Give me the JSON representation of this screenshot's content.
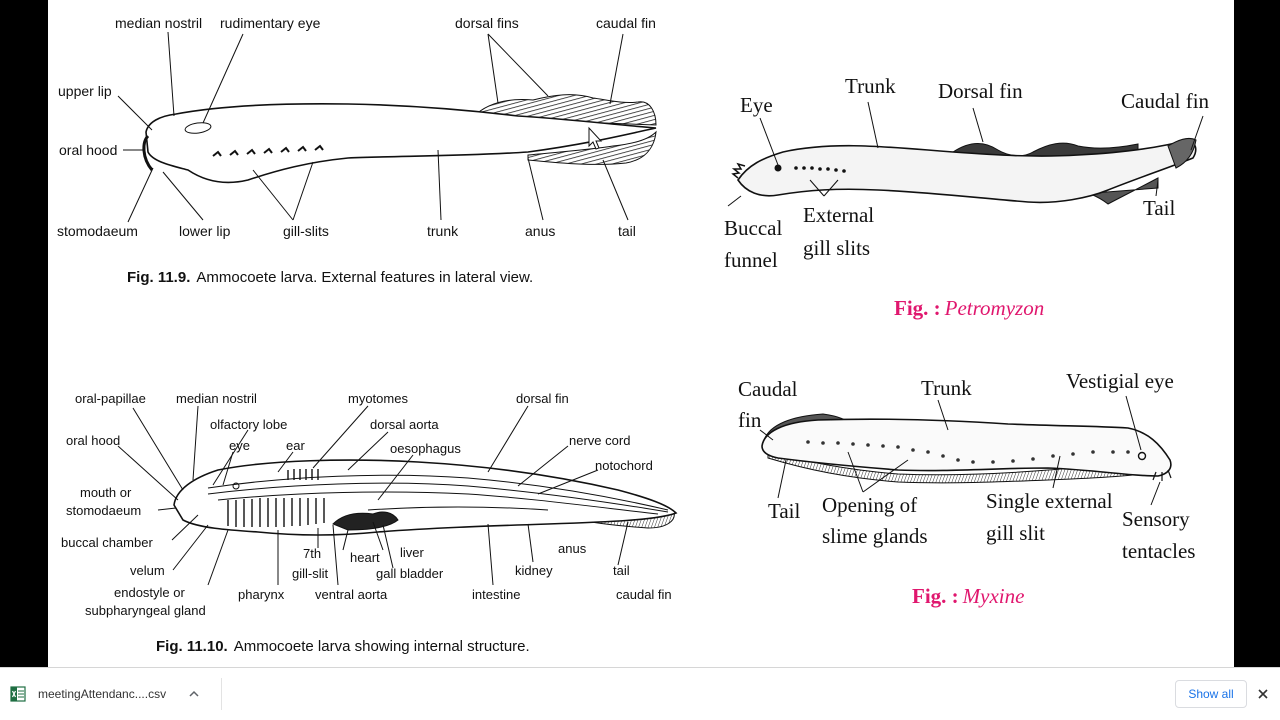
{
  "fig1": {
    "labels": {
      "median_nostril": "median nostril",
      "rudimentary_eye": "rudimentary eye",
      "dorsal_fins": "dorsal fins",
      "caudal_fin": "caudal fin",
      "upper_lip": "upper lip",
      "oral_hood": "oral hood",
      "stomodaeum": "stomodaeum",
      "lower_lip": "lower lip",
      "gill_slits": "gill-slits",
      "trunk": "trunk",
      "anus": "anus",
      "tail": "tail"
    },
    "caption_num": "Fig. 11.9.",
    "caption_text": "Ammocoete larva. External features in lateral view."
  },
  "fig2": {
    "labels": {
      "eye": "Eye",
      "trunk": "Trunk",
      "dorsal_fin": "Dorsal fin",
      "caudal_fin": "Caudal fin",
      "buccal": "Buccal",
      "funnel": "funnel",
      "external": "External",
      "gill_slits": "gill slits",
      "tail": "Tail"
    },
    "caption_prefix": "Fig. :",
    "caption_name": "Petromyzon"
  },
  "fig3": {
    "labels": {
      "oral_papillae": "oral-papillae",
      "median_nostril": "median nostril",
      "myotomes": "myotomes",
      "dorsal_fin": "dorsal fin",
      "olfactory_lobe": "olfactory lobe",
      "dorsal_aorta": "dorsal aorta",
      "oral_hood": "oral hood",
      "eye": "eye",
      "ear": "ear",
      "oesophagus": "oesophagus",
      "nerve_cord": "nerve cord",
      "notochord": "notochord",
      "mouth_or": "mouth or",
      "stomodaeum": "stomodaeum",
      "buccal_chamber": "buccal chamber",
      "velum": "velum",
      "endostyle_or": "endostyle or",
      "subpharyngeal_gland": "subpharyngeal gland",
      "pharynx": "pharynx",
      "seventh": "7th",
      "gill_slit": "gill-slit",
      "heart": "heart",
      "liver": "liver",
      "gall_bladder": "gall bladder",
      "ventral_aorta": "ventral aorta",
      "intestine": "intestine",
      "kidney": "kidney",
      "anus": "anus",
      "tail": "tail",
      "caudal_fin": "caudal fin"
    },
    "caption_num": "Fig. 11.10.",
    "caption_text": "Ammocoete larva showing internal structure."
  },
  "fig4": {
    "labels": {
      "caudal": "Caudal",
      "fin": "fin",
      "trunk": "Trunk",
      "vestigial_eye": "Vestigial eye",
      "tail": "Tail",
      "opening_of": "Opening of",
      "slime_glands": "slime glands",
      "single_external": "Single external",
      "gill_slit": "gill slit",
      "sensory": "Sensory",
      "tentacles": "tentacles"
    },
    "caption_prefix": "Fig. :",
    "caption_name": "Myxine"
  },
  "download_bar": {
    "file_name": "meetingAttendanc....csv",
    "show_all": "Show all"
  },
  "colors": {
    "caption_accent": "#e0176e",
    "link_blue": "#1a73e8",
    "frame": "#000000"
  },
  "icons": [
    "csv-file-icon",
    "chevron-up-icon",
    "close-icon",
    "mouse-cursor-icon"
  ]
}
